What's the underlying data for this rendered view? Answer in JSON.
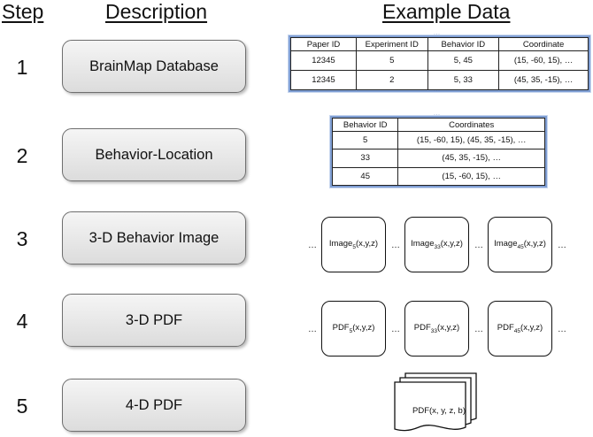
{
  "headers": {
    "step": "Step",
    "description": "Description",
    "example": "Example Data"
  },
  "steps": [
    {
      "num": "1",
      "label": "BrainMap Database"
    },
    {
      "num": "2",
      "label": "Behavior-Location"
    },
    {
      "num": "3",
      "label": "3-D Behavior Image"
    },
    {
      "num": "4",
      "label": "3-D PDF"
    },
    {
      "num": "5",
      "label": "4-D PDF"
    }
  ],
  "table1": {
    "columns": [
      "Paper ID",
      "Experiment ID",
      "Behavior ID",
      "Coordinate"
    ],
    "rows": [
      [
        "12345",
        "5",
        "5, 45",
        "(15, -60, 15), …"
      ],
      [
        "12345",
        "2",
        "5, 33",
        "(45, 35, -15), …"
      ]
    ]
  },
  "table2": {
    "columns": [
      "Behavior ID",
      "Coordinates"
    ],
    "rows": [
      [
        "5",
        "(15, -60, 15), (45, 35, -15), …"
      ],
      [
        "33",
        "(45, 35, -15), …"
      ],
      [
        "45",
        "(15, -60, 15), …"
      ]
    ]
  },
  "ellipsis": "…",
  "images": [
    {
      "base": "Image",
      "sub": "5",
      "args": "(x,y,z)"
    },
    {
      "base": "Image",
      "sub": "33",
      "args": "(x,y,z)"
    },
    {
      "base": "Image",
      "sub": "45",
      "args": "(x,y,z)"
    }
  ],
  "pdfs": [
    {
      "base": "PDF",
      "sub": "5",
      "args": "(x,y,z)"
    },
    {
      "base": "PDF",
      "sub": "33",
      "args": "(x,y,z)"
    },
    {
      "base": "PDF",
      "sub": "45",
      "args": "(x,y,z)"
    }
  ],
  "pdf4d": "PDF(x, y, z, b)"
}
